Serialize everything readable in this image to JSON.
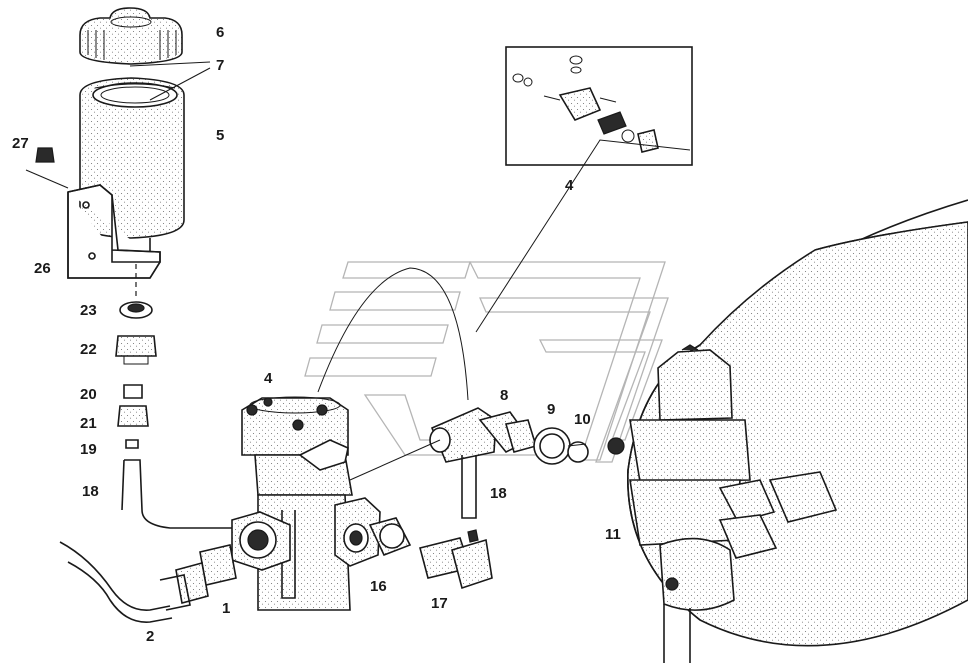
{
  "diagram": {
    "labels": [
      {
        "id": "6",
        "text": "6"
      },
      {
        "id": "7",
        "text": "7"
      },
      {
        "id": "5",
        "text": "5"
      },
      {
        "id": "27",
        "text": "27"
      },
      {
        "id": "26",
        "text": "26"
      },
      {
        "id": "23",
        "text": "23"
      },
      {
        "id": "22",
        "text": "22"
      },
      {
        "id": "20",
        "text": "20"
      },
      {
        "id": "21",
        "text": "21"
      },
      {
        "id": "19",
        "text": "19"
      },
      {
        "id": "18a",
        "text": "18"
      },
      {
        "id": "4a",
        "text": "4"
      },
      {
        "id": "4b",
        "text": "4"
      },
      {
        "id": "8",
        "text": "8"
      },
      {
        "id": "9",
        "text": "9"
      },
      {
        "id": "10",
        "text": "10"
      },
      {
        "id": "18b",
        "text": "18"
      },
      {
        "id": "11",
        "text": "11"
      },
      {
        "id": "16",
        "text": "16"
      },
      {
        "id": "17",
        "text": "17"
      },
      {
        "id": "1",
        "text": "1"
      },
      {
        "id": "2",
        "text": "2"
      }
    ]
  }
}
